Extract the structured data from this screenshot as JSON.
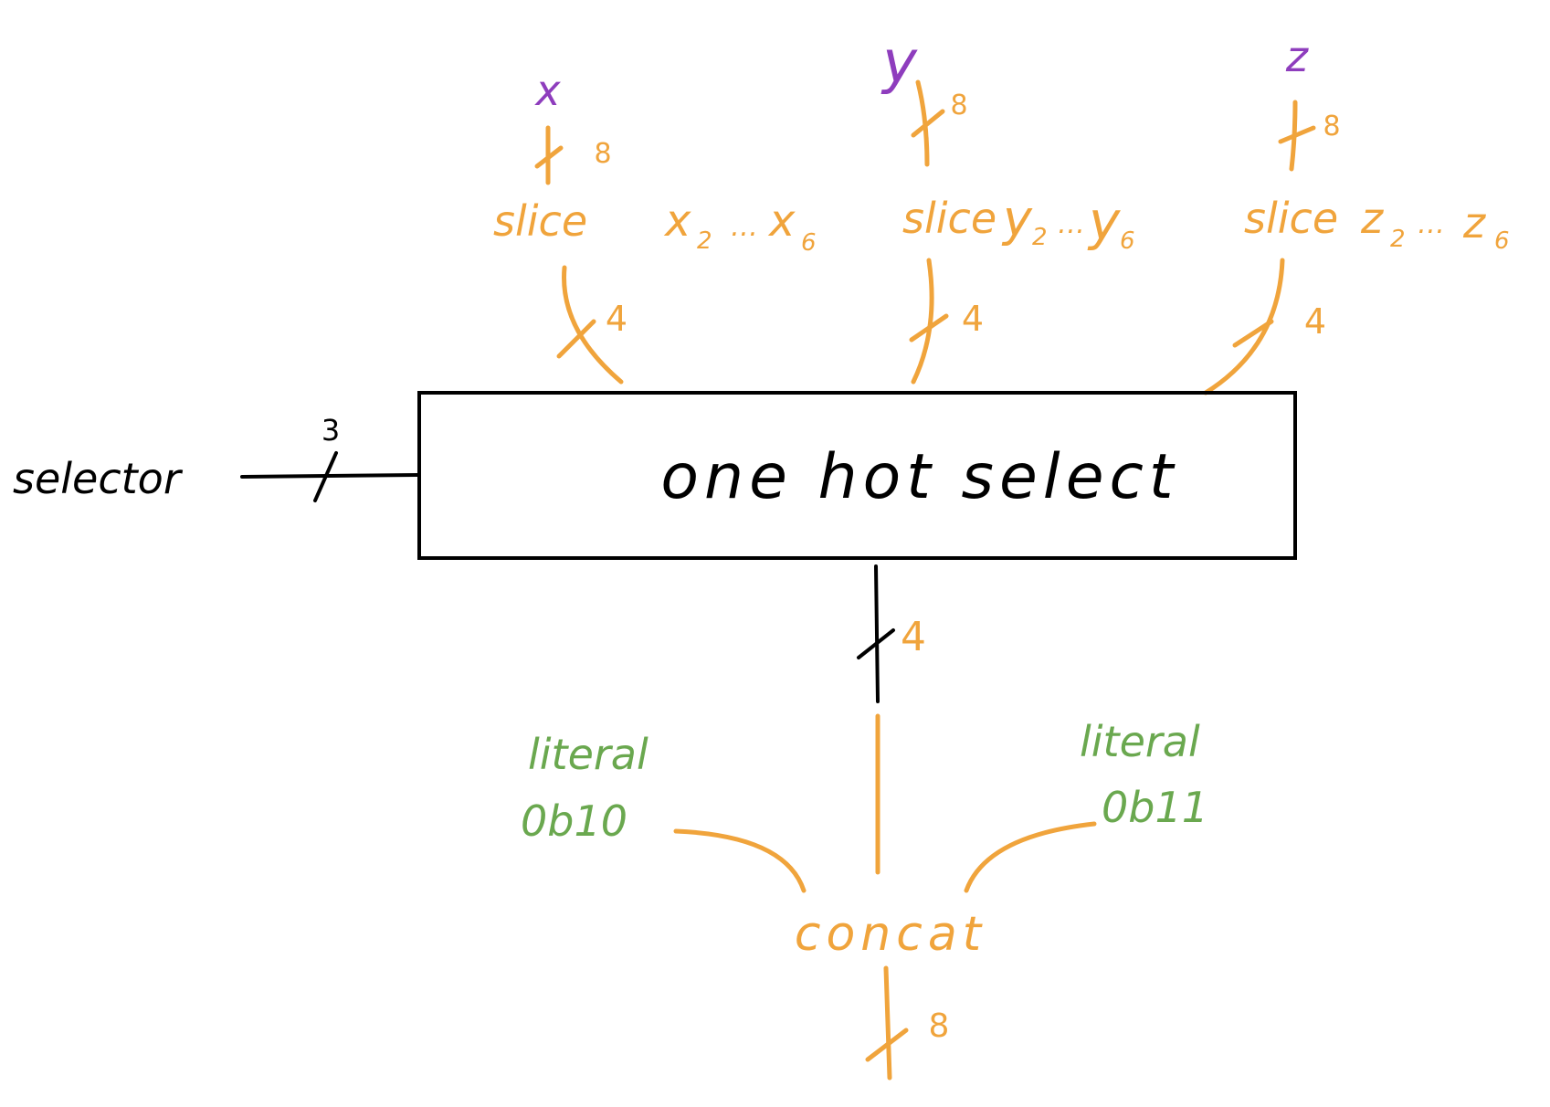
{
  "colors": {
    "black": "#000000",
    "orange": "#f0a43c",
    "purple": "#8e3dbd",
    "green": "#6aa84f"
  },
  "inputs": {
    "x": {
      "name": "x",
      "width": "8"
    },
    "y": {
      "name": "y",
      "width": "8"
    },
    "z": {
      "name": "z",
      "width": "8"
    }
  },
  "slices": [
    {
      "label": "slice",
      "range_start": "x",
      "start_sub": "2",
      "dots": "…",
      "range_end": "x",
      "end_sub": "6",
      "out_width": "4"
    },
    {
      "label": "slice",
      "range_start": "y",
      "start_sub": "2",
      "dots": "…",
      "range_end": "y",
      "end_sub": "6",
      "out_width": "4"
    },
    {
      "label": "slice",
      "range_start": "z",
      "start_sub": "2",
      "dots": "…",
      "range_end": "z",
      "end_sub": "6",
      "out_width": "4"
    }
  ],
  "selector": {
    "label": "selector",
    "width": "3"
  },
  "main_block": {
    "label": "one hot select",
    "out_width": "4"
  },
  "literals": [
    {
      "label": "literal",
      "value": "0b10"
    },
    {
      "label": "literal",
      "value": "0b11"
    }
  ],
  "concat": {
    "label": "concat",
    "out_width": "8"
  }
}
